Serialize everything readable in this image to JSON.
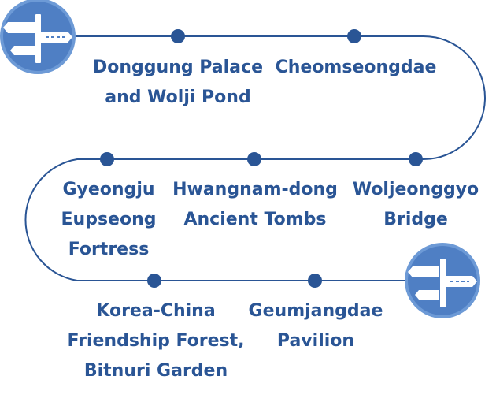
{
  "route": {
    "colors": {
      "line": "#2a5595",
      "dot": "#2a5595",
      "badge": "#4f7fc4",
      "badge_ring": "#6d9ad6",
      "sign": "#ffffff",
      "sign_accent": "#4f7fc4",
      "text": "#2a5595"
    },
    "start_icon": "signpost-icon",
    "end_icon": "signpost-icon",
    "stops": [
      {
        "lines": [
          "Donggung Palace",
          "and Wolji Pond"
        ]
      },
      {
        "lines": [
          "Cheomseongdae"
        ]
      },
      {
        "lines": [
          "Woljeonggyo",
          "Bridge"
        ]
      },
      {
        "lines": [
          "Hwangnam-dong",
          "Ancient Tombs"
        ]
      },
      {
        "lines": [
          "Gyeongju",
          "Eupseong",
          "Fortress"
        ]
      },
      {
        "lines": [
          "Korea-China",
          "Friendship Forest,",
          "Bitnuri Garden"
        ]
      },
      {
        "lines": [
          "Geumjangdae",
          "Pavilion"
        ]
      }
    ]
  }
}
